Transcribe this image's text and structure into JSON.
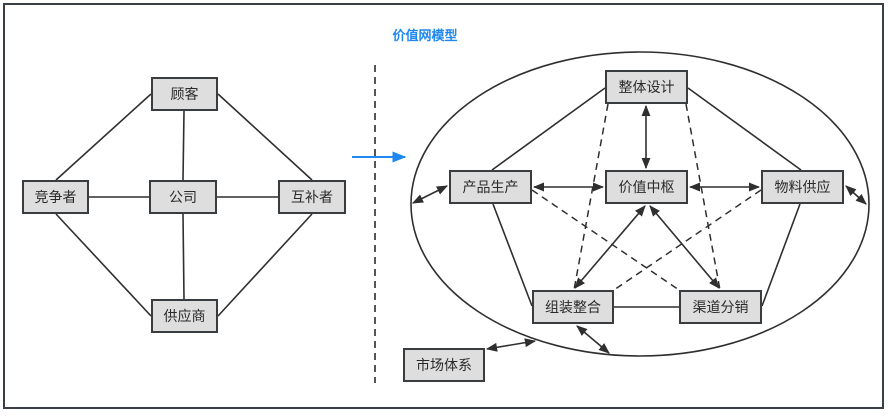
{
  "title": "价值网模型",
  "colors": {
    "title": "#1e88f0",
    "arrow_accent": "#1e88f0",
    "node_fill": "#dedede",
    "node_border": "#3a3d40",
    "line": "#2f2f2f"
  },
  "left_model": {
    "nodes": {
      "customer": "顾客",
      "competitor": "竞争者",
      "company": "公司",
      "complementor": "互补者",
      "supplier": "供应商"
    },
    "edges": [
      [
        "customer",
        "competitor"
      ],
      [
        "customer",
        "company"
      ],
      [
        "customer",
        "complementor"
      ],
      [
        "competitor",
        "company"
      ],
      [
        "company",
        "complementor"
      ],
      [
        "competitor",
        "supplier"
      ],
      [
        "company",
        "supplier"
      ],
      [
        "complementor",
        "supplier"
      ]
    ]
  },
  "right_model": {
    "nodes": {
      "overall_design": "整体设计",
      "production": "产品生产",
      "value_hub": "价值中枢",
      "material_supply": "物料供应",
      "assembly": "组装整合",
      "distribution": "渠道分销",
      "market": "市场体系"
    },
    "solid_edges": [
      [
        "overall_design",
        "production"
      ],
      [
        "overall_design",
        "material_supply"
      ],
      [
        "production",
        "assembly"
      ],
      [
        "material_supply",
        "distribution"
      ],
      [
        "assembly",
        "distribution"
      ]
    ],
    "double_arrow_edges": [
      [
        "overall_design",
        "value_hub"
      ],
      [
        "production",
        "value_hub"
      ],
      [
        "material_supply",
        "value_hub"
      ],
      [
        "assembly",
        "value_hub"
      ],
      [
        "distribution",
        "value_hub"
      ],
      [
        "production",
        "ellipse"
      ],
      [
        "material_supply",
        "ellipse"
      ],
      [
        "assembly",
        "ellipse"
      ],
      [
        "market",
        "ellipse"
      ]
    ],
    "dashed_edges": [
      [
        "overall_design",
        "assembly"
      ],
      [
        "overall_design",
        "distribution"
      ],
      [
        "production",
        "distribution"
      ],
      [
        "material_supply",
        "assembly"
      ]
    ]
  }
}
